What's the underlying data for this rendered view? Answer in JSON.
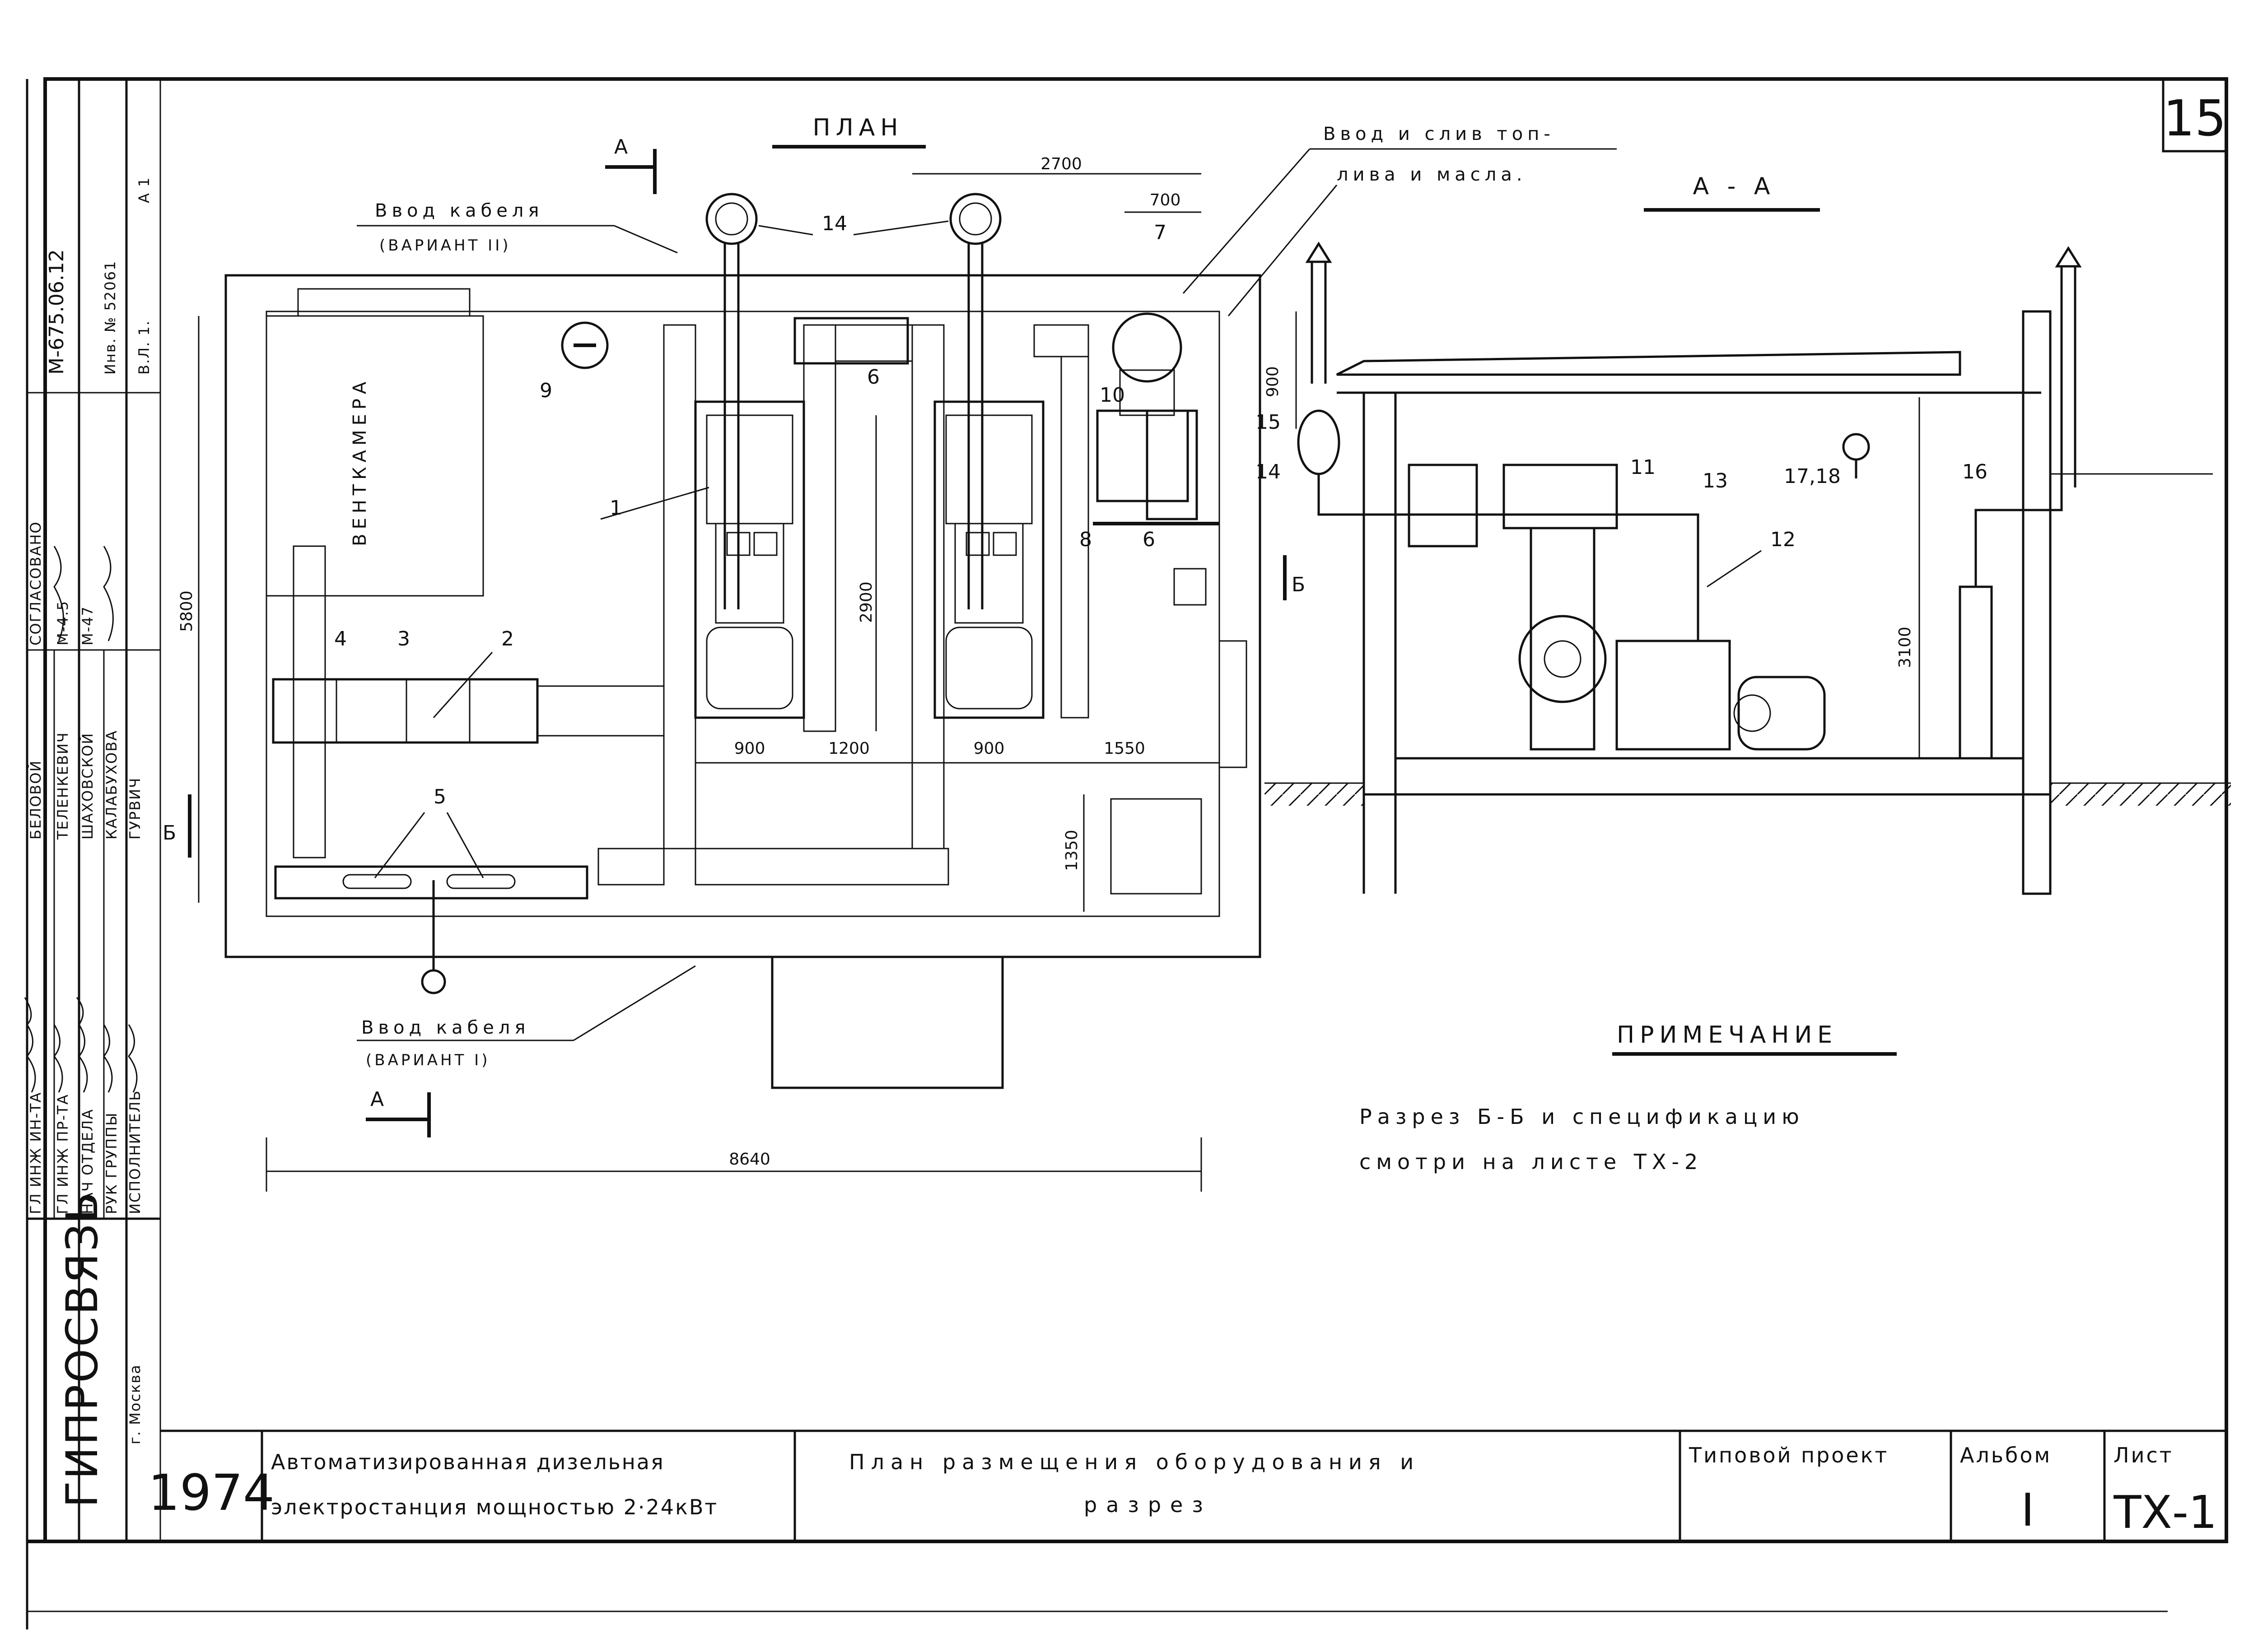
{
  "sheet": {
    "number": "15",
    "document_code": "М-675.06.12",
    "inventory_no": "Инв. № 52061",
    "format_note": "А 1",
    "sheet_ref": "В.Л. 1."
  },
  "plan": {
    "title": "ПЛАН",
    "section_mark": "А",
    "ventchamber_label": "ВЕНТКАМЕРА",
    "cable_entry_2": "Ввод кабеля",
    "cable_entry_2_variant": "(ВАРИАНТ II)",
    "cable_entry_1": "Ввод кабеля",
    "cable_entry_1_variant": "(ВАРИАНТ I)",
    "fuel_entry_line1": "Ввод и слив топ-",
    "fuel_entry_line2": "лива и масла.",
    "section_b_mark": "Б",
    "dimensions": {
      "d2700": "2700",
      "d700": "700",
      "d900a": "900",
      "d5800": "5800",
      "d2900": "2900",
      "d900b": "900",
      "d1200": "1200",
      "d900c": "900",
      "d1550": "1550",
      "d1350": "1350",
      "d8640": "8640"
    },
    "callouts": {
      "c1": "1",
      "c2": "2",
      "c3": "3",
      "c4": "4",
      "c5": "5",
      "c6a": "6",
      "c6b": "6",
      "c7": "7",
      "c8": "8",
      "c9": "9",
      "c10": "10",
      "c14": "14"
    }
  },
  "section": {
    "title": "А - А",
    "dim_3100": "3100",
    "callouts": {
      "c11": "11",
      "c12": "12",
      "c13": "13",
      "c14": "14",
      "c15": "15",
      "c16": "16",
      "c1718": "17,18"
    },
    "b_mark": "Б"
  },
  "note": {
    "title": "ПРИМЕЧАНИЕ",
    "line1": "Разрез Б-Б и спецификацию",
    "line2": "смотри на листе ТХ-2"
  },
  "stamp": {
    "roles": [
      "ГЛ ИНЖ ИН-ТА",
      "ГЛ ИНЖ ПР-ТА",
      "НАЧ ОТДЕЛА",
      "РУК ГРУППЫ",
      "ИСПОЛНИТЕЛЬ"
    ],
    "names": [
      "БЕЛОВОЙ",
      "ТЕЛЕНКЕВИЧ",
      "ШАХОВСКОЙ",
      "КАЛАБУХОВА",
      "ГУРВИЧ"
    ],
    "approved_label": "СОГЛАСОВАНО",
    "approvals": [
      "М-4.5",
      "М-47"
    ],
    "org": "ГИПРОСВЯЗЬ",
    "city": "г. Москва"
  },
  "title_block": {
    "year": "1974",
    "project_line1": "Автоматизированная дизельная",
    "project_line2": "электростанция мощностью 2·24кВт",
    "drawing_line1": "План размещения оборудования и",
    "drawing_line2": "разрез",
    "type_label": "Типовой проект",
    "album_label": "Альбом",
    "album_value": "I",
    "sheet_label": "Лист",
    "sheet_value": "ТХ-1"
  }
}
